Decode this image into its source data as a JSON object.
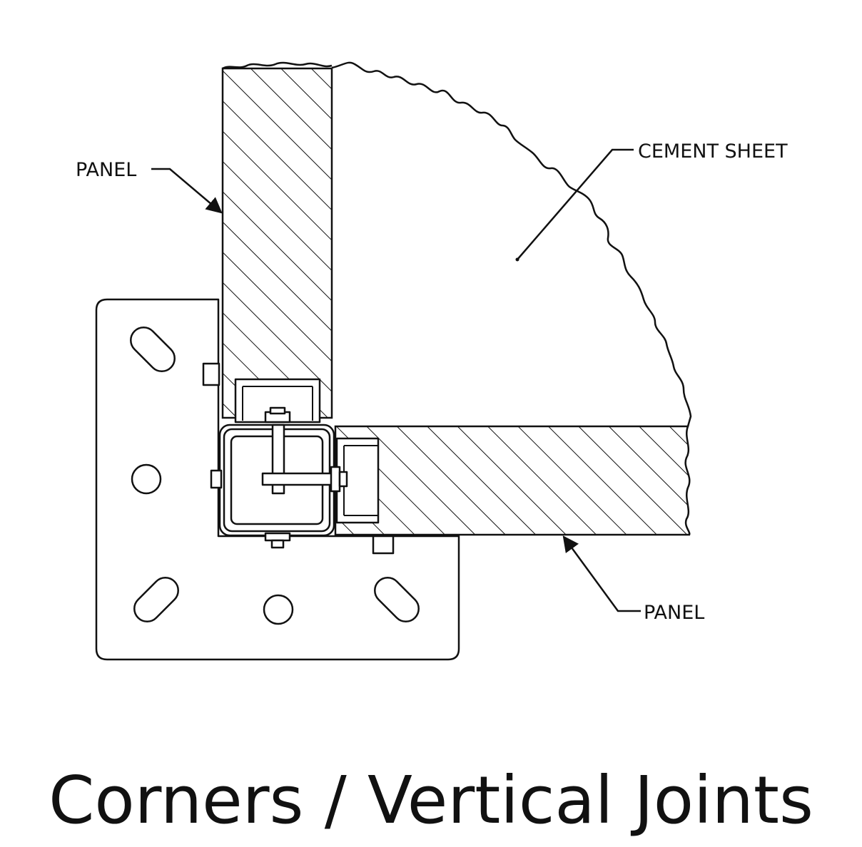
{
  "labels": {
    "panel_top": "PANEL",
    "cement_sheet": "CEMENT SHEET",
    "panel_bottom": "PANEL"
  },
  "caption": "Corners / Vertical Joints",
  "colors": {
    "line": "#111111",
    "background": "#ffffff"
  }
}
